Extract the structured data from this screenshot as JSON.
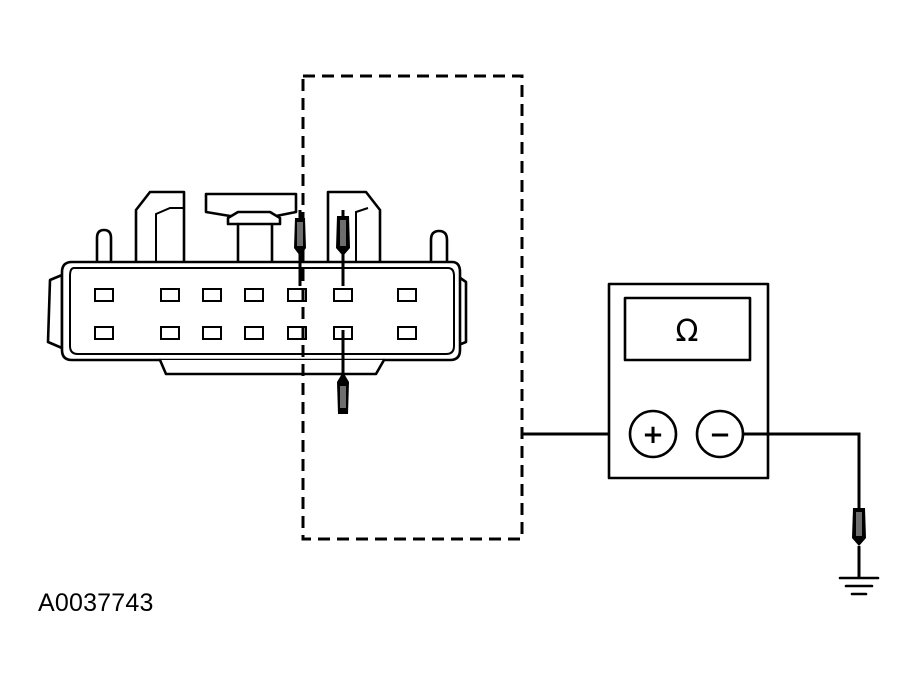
{
  "figure_id": "A0037743",
  "meter": {
    "display_symbol": "Ω",
    "positive_terminal": "+",
    "negative_terminal": "−"
  },
  "connector": {
    "pin_rows": 2,
    "pins_per_row": 7
  }
}
